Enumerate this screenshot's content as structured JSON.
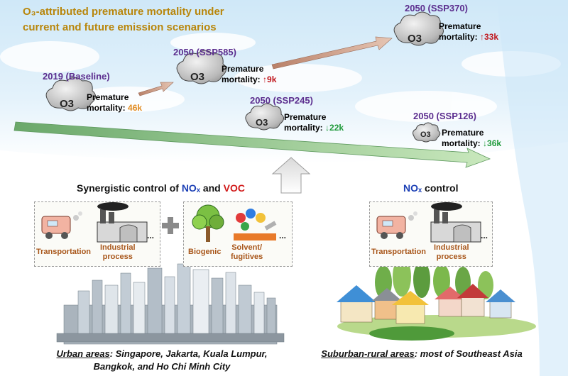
{
  "title": {
    "line1": "O₃-attributed premature mortality under",
    "line2": "current  and future emission scenarios"
  },
  "cloud_label": "O3",
  "scenarios": {
    "baseline": {
      "name": "2019 (Baseline)",
      "label1": "Premature",
      "label2": "mortality:",
      "value": "46k"
    },
    "ssp585": {
      "name": "2050 (SSP585)",
      "label1": "Premature",
      "label2": "mortality:",
      "value": "↑9k"
    },
    "ssp370": {
      "name": "2050 (SSP370)",
      "label1": "Premature",
      "label2": "mortality:",
      "value": "↑33k"
    },
    "ssp245": {
      "name": "2050 (SSP245)",
      "label1": "Premature",
      "label2": "mortality:",
      "value": "↓22k"
    },
    "ssp126": {
      "name": "2050 (SSP126)",
      "label1": "Premature",
      "label2": "mortality:",
      "value": "↓36k"
    }
  },
  "controls": {
    "urban": {
      "prefix": "Synergistic control of ",
      "nox": "NOₓ",
      "and": " and ",
      "voc": "VOC"
    },
    "rural": {
      "nox": "NOₓ",
      "suffix": " control"
    }
  },
  "sources": {
    "transportation": "Transportation",
    "industrial_1": "Industrial",
    "industrial_2": "process",
    "biogenic": "Biogenic",
    "solvent_1": "Solvent/",
    "solvent_2": "fugitives",
    "ellipsis": "..."
  },
  "areas": {
    "urban_head": "Urban areas",
    "urban_line1_rest": ": Singapore, Jakarta, Kuala Lumpur,",
    "urban_line2": "Bangkok, and Ho Chi Minh City",
    "rural_head": "Suburban-rural areas",
    "rural_rest": ": most of Southeast Asia"
  },
  "colors": {
    "title": "#b8860b",
    "scenario_name": "#5b2d8e",
    "increase": "#c0161c",
    "decrease": "#1f9a3a",
    "baseline_value": "#e08a1e",
    "nox": "#1b3fb5",
    "voc": "#d11a1a",
    "source_label": "#a8561a"
  }
}
